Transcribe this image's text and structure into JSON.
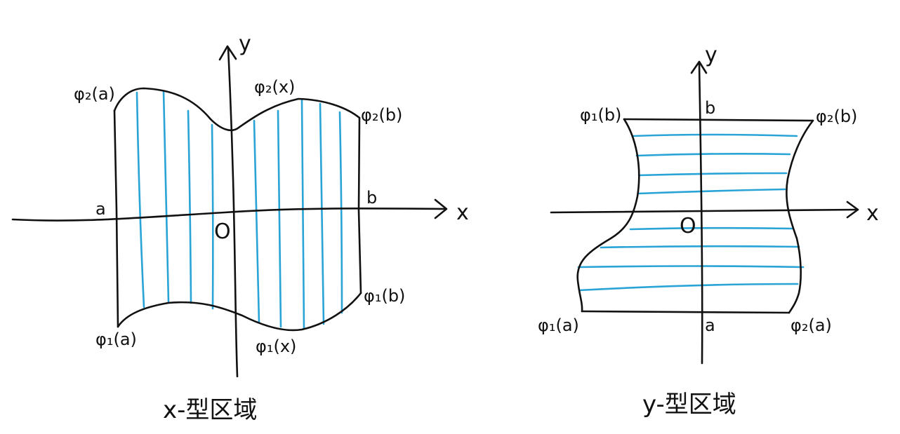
{
  "left_diagram": {
    "x_axis_label": "x",
    "y_axis_label": "y",
    "origin_label": "O",
    "a_label": "a",
    "b_label": "b",
    "top_left_label": "φ₂(a)",
    "top_mid_label": "φ₂(x)",
    "top_right_label": "φ₂(b)",
    "bottom_left_label": "φ₁(a)",
    "bottom_mid_label": "φ₁(x)",
    "bottom_right_label": "φ₁(b)",
    "caption": "x-型区域",
    "hatch_color": "#2aa4d6"
  },
  "right_diagram": {
    "x_axis_label": "x",
    "y_axis_label": "y",
    "origin_label": "O",
    "a_label": "a",
    "b_label": "b",
    "top_left_label": "φ₁(b)",
    "top_right_label": "φ₂(b)",
    "bottom_left_label": "φ₁(a)",
    "bottom_right_label": "φ₂(a)",
    "caption": "y-型区域",
    "hatch_color": "#2aa4d6"
  }
}
